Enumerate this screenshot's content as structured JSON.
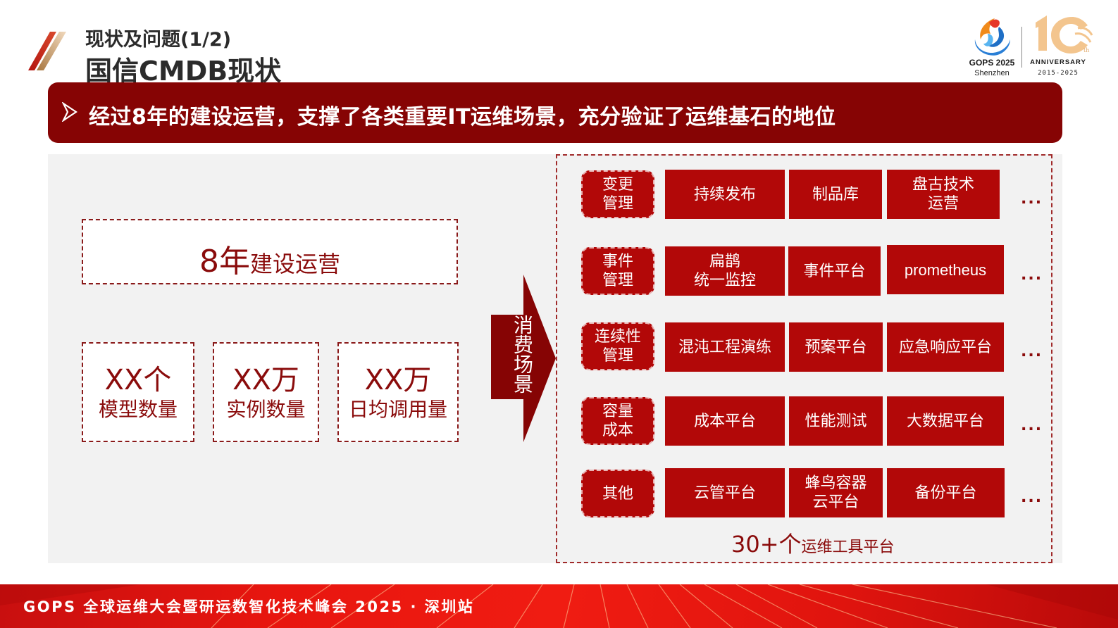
{
  "header": {
    "subtitle": "现状及问题(1/2)",
    "title": "国信CMDB现状",
    "logo": {
      "event": "GOPS 2025",
      "city": "Shenzhen",
      "anniversary": "ANNIVERSARY",
      "anniversary_years": "2015-2025",
      "anniversary_mark": "10th"
    }
  },
  "banner": {
    "icon": "arrow-right-outline-icon",
    "text": "经过8年的建设运营，支撑了各类重要IT运维场景，充分验证了运维基石的地位"
  },
  "left": {
    "years": {
      "big": "8年",
      "small": "建设运营"
    },
    "stats": [
      {
        "value": "XX个",
        "label": "模型数量"
      },
      {
        "value": "XX万",
        "label": "实例数量"
      },
      {
        "value": "XX万",
        "label": "日均调用量"
      }
    ]
  },
  "arrow": {
    "label": "消费场景"
  },
  "scenarios": {
    "rows": [
      {
        "category": "变更\n管理",
        "category_lines": [
          "变更",
          "管理"
        ],
        "tools": [
          [
            "持续发布"
          ],
          [
            "制品库"
          ],
          [
            "盘古技术",
            "运营"
          ]
        ],
        "more": "..."
      },
      {
        "category": "事件\n管理",
        "category_lines": [
          "事件",
          "管理"
        ],
        "tools": [
          [
            "扁鹊",
            "统一监控"
          ],
          [
            "事件平台"
          ],
          [
            "prometheus"
          ]
        ],
        "more": "..."
      },
      {
        "category": "连续性\n管理",
        "category_lines": [
          "连续性",
          "管理"
        ],
        "tools": [
          [
            "混沌工程演练"
          ],
          [
            "预案平台"
          ],
          [
            "应急响应平台"
          ]
        ],
        "more": "..."
      },
      {
        "category": "容量\n成本",
        "category_lines": [
          "容量",
          "成本"
        ],
        "tools": [
          [
            "成本平台"
          ],
          [
            "性能测试"
          ],
          [
            "大数据平台"
          ]
        ],
        "more": "..."
      },
      {
        "category": "其他",
        "category_lines": [
          "其他"
        ],
        "tools": [
          [
            "云管平台"
          ],
          [
            "蜂鸟容器",
            "云平台"
          ],
          [
            "备份平台"
          ]
        ],
        "more": "..."
      }
    ],
    "summary": {
      "big": "30+个",
      "small": "运维工具平台"
    }
  },
  "footer": {
    "text": "GOPS 全球运维大会暨研运数智化技术峰会 2025 · 深圳站"
  },
  "colors": {
    "banner": "#860404",
    "tile": "#b20808",
    "text_accent": "#8a0b0b",
    "panel": "#f2f2f2",
    "footer": "#e8160f"
  }
}
